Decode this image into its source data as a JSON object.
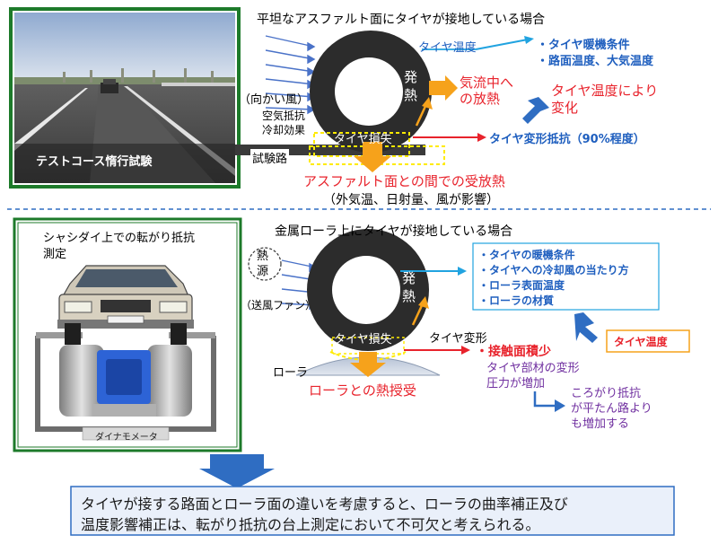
{
  "colors": {
    "photo_frame": "#1d7a2a",
    "blue_text": "#1f5fbf",
    "red_text": "#e8232c",
    "purple_text": "#7030a0",
    "orange_arrow": "#f6a21b",
    "blue_arrow": "#2f6dc2",
    "cyan_arrow": "#21a3e0",
    "summary_bg": "#eaf0fa",
    "tire": "#2c2c2c"
  },
  "top": {
    "title": "平坦なアスファルト面にタイヤが接地している場合",
    "photo_caption": "テストコース惰行試験",
    "headwind": "（向かい風）",
    "air_resistance": "空気抵抗",
    "cooling_effect": "冷却効果",
    "heat_gen": "発\n熱",
    "tire_loss": "タイヤ損失",
    "test_road": "試験路",
    "tire_temp_label": "タイヤ温度",
    "tire_temp_factor1": "・タイヤ暖機条件",
    "tire_temp_factor2": "・路面温度、大気温度",
    "airflow_release": "気流中へ\nの放熱",
    "temp_change": "タイヤ温度により\n変化",
    "deform_resistance": "タイヤ変形抵抗（90%程度）",
    "asphalt_heat": "アスファルト面との間での受放熱",
    "asphalt_heat_note": "（外気温、日射量、風が影響）"
  },
  "bottom": {
    "title": "金属ローラ上にタイヤが接地している場合",
    "chassis_title": "シャシダイ上での転がり抵抗\n測定",
    "dynamometer": "ダイナモメータ",
    "heat_source": "熱\n源",
    "blower": "（送風ファン）",
    "heat_gen": "発\n熱",
    "tire_loss": "タイヤ損失",
    "tire_deform": "タイヤ変形",
    "roller": "ローラ",
    "roller_heat": "ローラとの熱授受",
    "conditions": [
      "・タイヤの暖機条件",
      "・タイヤへの冷却風の当たり方",
      "・ローラ表面温度",
      "・ローラの材質"
    ],
    "tire_temp_box": "タイヤ温度",
    "contact_area": "・接触面積少",
    "deform_pressure": "タイヤ部材の変形\n圧力が増加",
    "rolling_increase": "ころがり抵抗\nが平たん路より\nも増加する"
  },
  "summary": {
    "text_line1": "タイヤが接する路面とローラ面の違いを考慮すると、ローラの曲率補正及び",
    "text_line2": "温度影響補正は、転がり抵抗の台上測定において不可欠と考えられる。"
  }
}
